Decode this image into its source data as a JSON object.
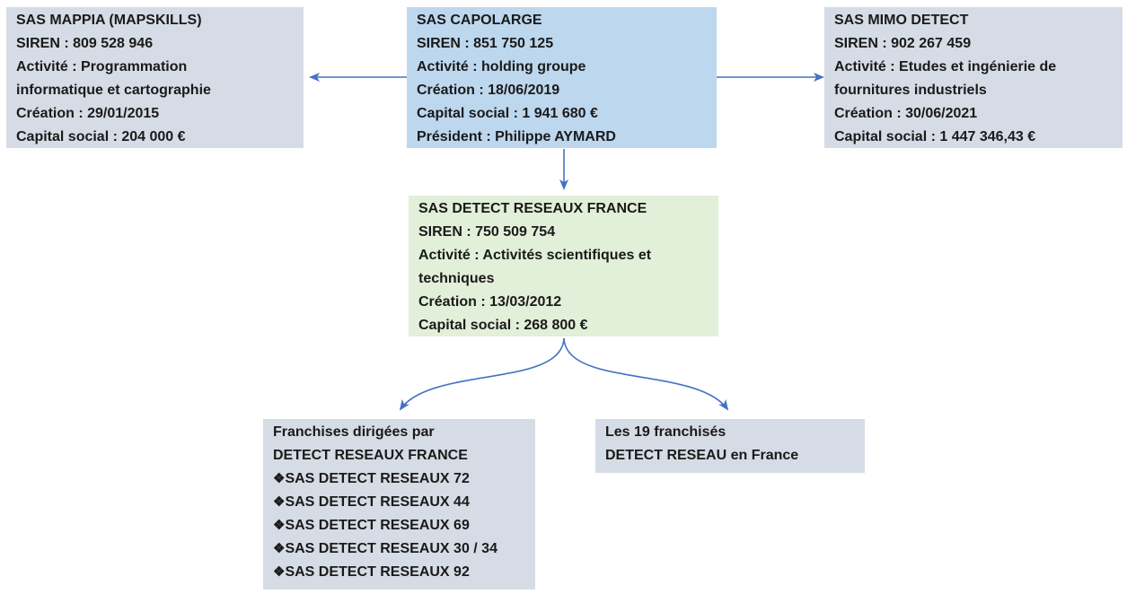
{
  "diagram": {
    "colors": {
      "background": "#FFFFFF",
      "node_primary": "#BDD7EE",
      "node_secondary": "#D6DCE5",
      "node_highlight": "#E2EFD9",
      "arrow": "#4472C4",
      "text": "#1A1A1A"
    },
    "bullet_char": "❖",
    "nodes": {
      "capolarge": {
        "lines": [
          "SAS CAPOLARGE",
          "SIREN : 851 750 125",
          "Activité : holding groupe",
          "Création : 18/06/2019",
          "Capital social : 1 941 680 €",
          "Président : Philippe AYMARD"
        ]
      },
      "mappia": {
        "lines": [
          "SAS MAPPIA (MAPSKILLS)",
          "SIREN : 809 528 946",
          "Activité : Programmation",
          "informatique et cartographie",
          "Création : 29/01/2015",
          "Capital social : 204 000 €"
        ]
      },
      "mimo": {
        "lines": [
          "SAS MIMO DETECT",
          "SIREN : 902 267 459",
          "Activité : Etudes et ingénierie de",
          "fournitures industriels",
          "Création : 30/06/2021",
          "Capital social : 1 447 346,43 €"
        ]
      },
      "detect_france": {
        "lines": [
          "SAS DETECT RESEAUX FRANCE",
          "SIREN : 750 509 754",
          "Activité : Activités scientifiques et",
          "techniques",
          "Création : 13/03/2012",
          "Capital social : 268 800 €"
        ]
      },
      "franchises": {
        "header_lines": [
          "Franchises dirigées par",
          "DETECT RESEAUX FRANCE"
        ],
        "items": [
          "SAS DETECT RESEAUX 72",
          "SAS DETECT RESEAUX 44",
          "SAS DETECT RESEAUX 69",
          "SAS DETECT RESEAUX 30 / 34",
          "SAS DETECT RESEAUX 92"
        ]
      },
      "les19": {
        "lines": [
          "Les 19 franchisés",
          "DETECT RESEAU en France"
        ]
      }
    }
  }
}
